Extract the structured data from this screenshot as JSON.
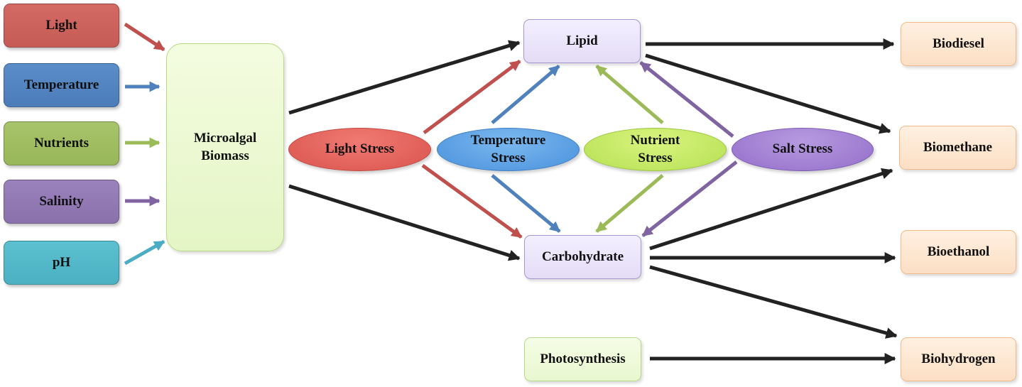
{
  "factors": [
    "Light",
    "Temperature",
    "Nutrients",
    "Salinity",
    "pH"
  ],
  "biomass": {
    "line1": "Microalgal",
    "line2": "Biomass"
  },
  "lipid": "Lipid",
  "carbohydrate": "Carbohydrate",
  "photosynthesis": "Photosynthesis",
  "stresses": {
    "light": {
      "line1": "Light Stress"
    },
    "temperature": {
      "line1": "Temperature",
      "line2": "Stress"
    },
    "nutrient": {
      "line1": "Nutrient",
      "line2": "Stress"
    },
    "salt": {
      "line1": "Salt Stress"
    }
  },
  "products": [
    "Biodiesel",
    "Biomethane",
    "Bioethanol",
    "Biohydrogen"
  ],
  "colors": {
    "light": "#c65b55",
    "temperature": "#4b7cb9",
    "nutrients": "#98b65a",
    "salinity": "#8a71ad",
    "ph": "#4bb0c2",
    "dark_arrow": "#333333"
  }
}
